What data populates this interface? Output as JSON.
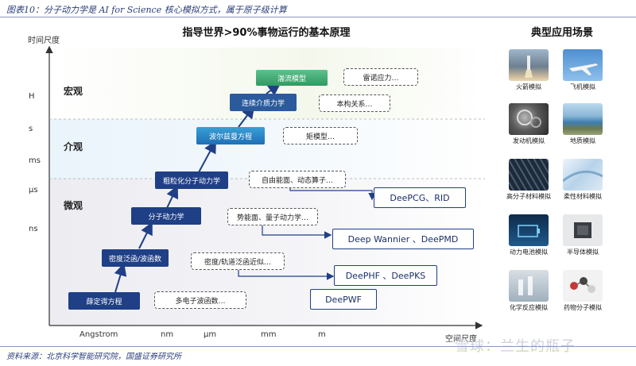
{
  "header": {
    "title": "图表10：分子动力学是 AI for Science 核心模拟方式，属于原子级计算"
  },
  "footer": {
    "source": "资料来源：北京科学智能研究院，国盛证券研究所",
    "watermark": "雪球：兰生的瓶子"
  },
  "diagram": {
    "title": "指导世界>90%事物运行的基本原理",
    "y_axis_title": "时间尺度",
    "x_axis_title": "空间尺度",
    "y_ticks": [
      "H",
      "s",
      "ms",
      "μs",
      "ns"
    ],
    "x_ticks": [
      "Angstrom",
      "nm",
      "μm",
      "mm",
      "m"
    ],
    "scales": {
      "macro": "宏观",
      "meso": "介观",
      "micro": "微观"
    },
    "methods": [
      "薛定谔方程",
      "密度泛函/波函数",
      "分子动力学",
      "粗粒化分子动力学",
      "波尔兹曼方程",
      "连续介质力学",
      "湍流模型"
    ],
    "approximations": [
      "多电子波函数…",
      "密度/轨道泛函近似…",
      "势能面、量子动力学…",
      "自由能面、动态算子…",
      "矩模型…",
      "本构关系…",
      "雷诺应力…"
    ],
    "ai_models": [
      "DeePWF",
      "DeePHF 、DeePKS",
      "Deep Wannier 、DeePMD",
      "DeePCG、RID"
    ]
  },
  "applications": {
    "title": "典型应用场景",
    "items": [
      {
        "label": "火箭模拟",
        "icon": "rocket-image"
      },
      {
        "label": "飞机模拟",
        "icon": "airplane-image"
      },
      {
        "label": "发动机模拟",
        "icon": "engine-image"
      },
      {
        "label": "地质模拟",
        "icon": "geology-image"
      },
      {
        "label": "高分子材料模拟",
        "icon": "polymer-image"
      },
      {
        "label": "柔性材料模拟",
        "icon": "flexible-material-image"
      },
      {
        "label": "动力电池模拟",
        "icon": "battery-image"
      },
      {
        "label": "半导体模拟",
        "icon": "semiconductor-image"
      },
      {
        "label": "化学反应模拟",
        "icon": "chemistry-lab-image"
      },
      {
        "label": "药物分子模拟",
        "icon": "drug-molecule-image"
      }
    ]
  }
}
